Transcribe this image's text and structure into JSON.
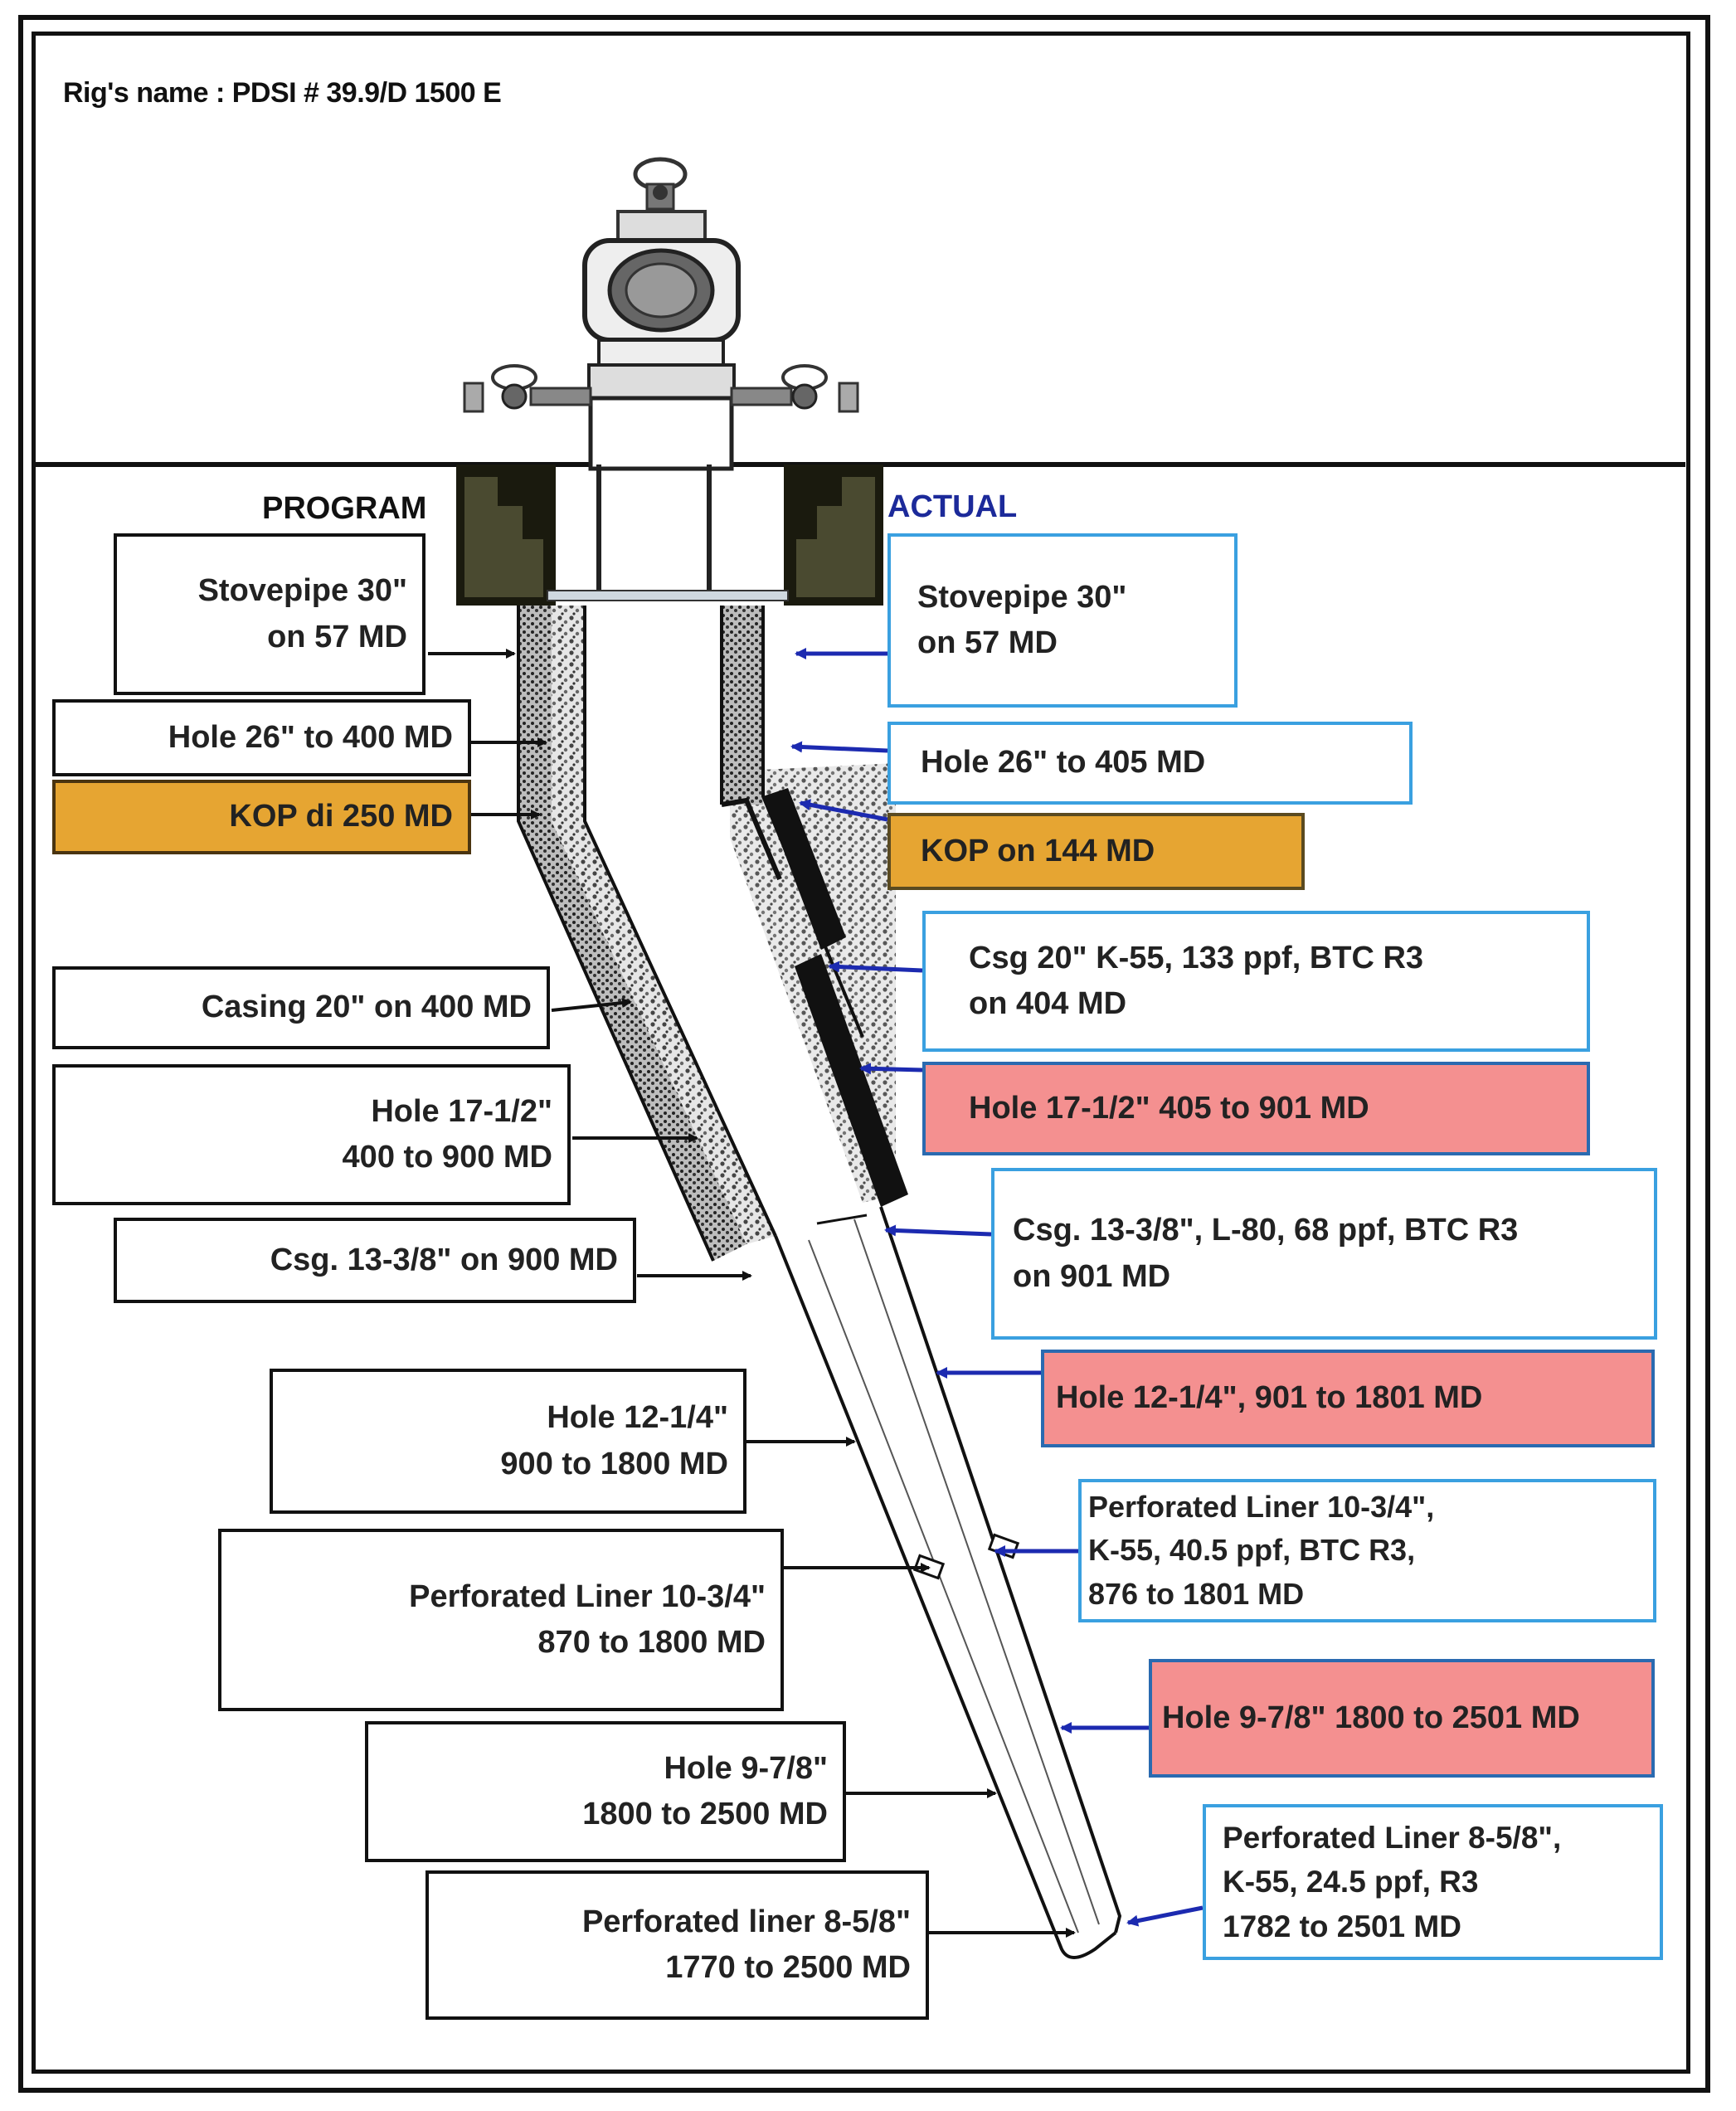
{
  "rig_name": "Rig's name : PDSI # 39.9/D 1500 E",
  "headings": {
    "program": "PROGRAM",
    "actual": "ACTUAL"
  },
  "program": {
    "stovepipe": {
      "line1": "Stovepipe 30\"",
      "line2": "on 57 MD"
    },
    "hole26": "Hole 26\" to 400 MD",
    "kop": "KOP di 250 MD",
    "casing20": "Casing 20\" on 400 MD",
    "hole17": {
      "line1": "Hole 17-1/2\"",
      "line2": "400 to 900 MD"
    },
    "csg13": "Csg. 13-3/8\" on 900 MD",
    "hole12": {
      "line1": "Hole 12-1/4\"",
      "line2": "900 to 1800 MD"
    },
    "liner10": {
      "line1": "Perforated Liner 10-3/4\"",
      "line2": "870 to 1800 MD"
    },
    "hole9": {
      "line1": "Hole 9-7/8\"",
      "line2": "1800 to 2500 MD"
    },
    "liner8": {
      "line1": "Perforated liner 8-5/8\"",
      "line2": "1770 to 2500 MD"
    }
  },
  "actual": {
    "stovepipe": {
      "line1": "Stovepipe 30\"",
      "line2": "on 57 MD"
    },
    "hole26": "Hole 26\" to 405 MD",
    "kop": "KOP on 144 MD",
    "csg20": {
      "line1": "Csg 20\" K-55, 133 ppf, BTC R3",
      "line2": "on 404 MD"
    },
    "hole17": "Hole 17-1/2\" 405 to 901 MD",
    "csg13": {
      "line1": "Csg. 13-3/8\", L-80, 68 ppf, BTC R3",
      "line2": "on 901 MD"
    },
    "hole12": "Hole 12-1/4\", 901 to 1801 MD",
    "liner10": {
      "line1": "Perforated Liner 10-3/4\",",
      "line2": "K-55, 40.5 ppf, BTC R3,",
      "line3": "876 to 1801 MD"
    },
    "hole9": "Hole 9-7/8\" 1800 to 2501 MD",
    "liner8": {
      "line1": "Perforated Liner 8-5/8\",",
      "line2": "K-55, 24.5 ppf, R3",
      "line3": "1782 to 2501 MD"
    }
  },
  "colors": {
    "kop": "#e6a532",
    "hole_highlight": "#f49090",
    "actual_border": "#3aa0e0",
    "actual_arrow": "#1c2ab0",
    "program_arrow": "#111111"
  }
}
